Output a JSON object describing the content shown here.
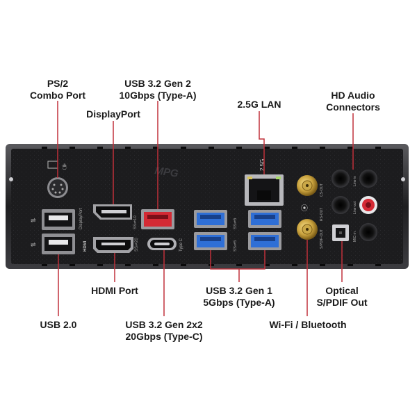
{
  "labels": {
    "ps2": [
      "PS/2",
      "Combo Port"
    ],
    "usb32g2": [
      "USB 3.2 Gen 2",
      "10Gbps (Type-A)"
    ],
    "displayport": "DisplayPort",
    "lan": "2.5G LAN",
    "hd_audio": [
      "HD Audio",
      "Connectors"
    ],
    "hdmi_port": "HDMI Port",
    "usb20": "USB 2.0",
    "usb32g2x2": [
      "USB 3.2 Gen 2x2",
      "20Gbps (Type-C)"
    ],
    "usb32g1": [
      "USB 3.2 Gen 1",
      "5Gbps (Type-A)"
    ],
    "wifi_bt": "Wi-Fi / Bluetooth",
    "optical": [
      "Optical",
      "S/PDIF Out"
    ]
  },
  "panel_text": {
    "brand": "MPG",
    "displayport": "DisplayPort",
    "hdmi": "HDMI",
    "lan": "2.5G",
    "type_c": "Type C",
    "cs_out": "CS-OUT",
    "rs_out": "RS-OUT",
    "spdif_out": "S/PDIF-OUT",
    "line_in": "Line-in",
    "line_out": "Line-out",
    "mic_in": "MIC-in"
  },
  "colors": {
    "panel": "#1b1b1d",
    "usb3_blue": "#2f6fd6",
    "usb_red": "#d42a34",
    "leader": "#c0303a"
  }
}
